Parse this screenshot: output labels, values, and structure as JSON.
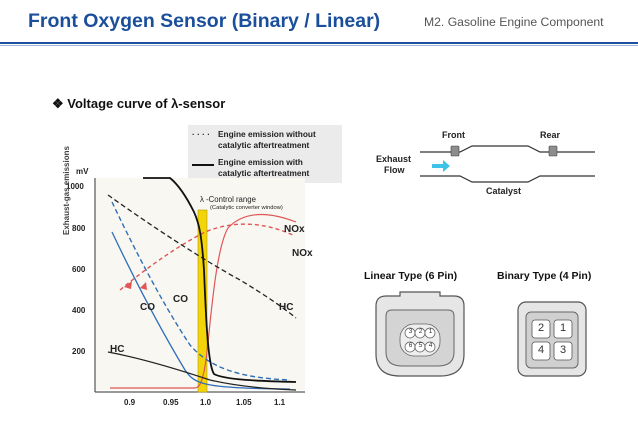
{
  "header": {
    "title": "Front Oxygen Sensor (Binary / Linear)",
    "subtitle": "M2. Gasoline Engine Component"
  },
  "section": {
    "bullet": "❖",
    "heading": "Voltage curve of  λ-sensor"
  },
  "legend": {
    "dotted_marker": "· · · ·",
    "dotted_line1": "Engine emission without",
    "dotted_line2": "catalytic aftertreatment",
    "solid_line1": "Engine emission with",
    "solid_line2": "catalytic aftertreatment"
  },
  "chart": {
    "y_unit": "mV",
    "y_ticks": [
      "1000",
      "800",
      "600",
      "400",
      "200"
    ],
    "x_ticks": [
      "0.9",
      "0.95",
      "1.0",
      "1.05",
      "1.1"
    ],
    "y_axis_label": "Exhaust-gas emissions",
    "control_range_label": "λ -Control range",
    "control_range_sub": "(Catalytic converter window)",
    "curve_labels": {
      "nox_upper": "NOx",
      "nox_lower": "NOx",
      "co_left": "CO",
      "co_right": "CO",
      "hc_left": "HC",
      "hc_right": "HC"
    },
    "colors": {
      "sensor_voltage": "#111111",
      "nox": "#e05555",
      "co": "#2f6fb8",
      "hc": "#222222",
      "window": "#f2d40a"
    }
  },
  "exhaust_diagram": {
    "front": "Front",
    "rear": "Rear",
    "exhaust_line1": "Exhaust",
    "exhaust_line2": "Flow",
    "catalyst": "Catalyst",
    "arrow_color": "#3ec3e8"
  },
  "connectors": {
    "linear_label": "Linear Type (6 Pin)",
    "binary_label": "Binary Type (4 Pin)",
    "linear_pins": [
      "3",
      "2",
      "1",
      "6",
      "5",
      "4"
    ],
    "binary_pins": [
      "2",
      "1",
      "4",
      "3"
    ]
  }
}
